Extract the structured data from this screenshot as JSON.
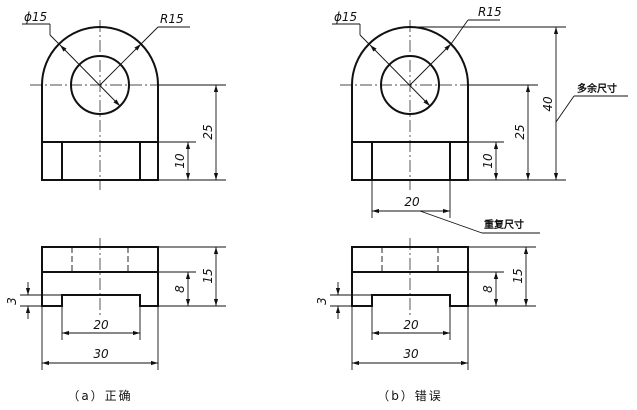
{
  "left": {
    "dims": {
      "dia": "ϕ15",
      "radius": "R15",
      "h25": "25",
      "h10": "10",
      "h15": "15",
      "h8": "8",
      "h3": "3",
      "w20": "20",
      "w30": "30"
    },
    "caption": "（a）正确"
  },
  "right": {
    "dims": {
      "dia": "ϕ15",
      "radius": "R15",
      "h40": "40",
      "h25": "25",
      "h10": "10",
      "w20_top": "20",
      "h15": "15",
      "h8": "8",
      "h3": "3",
      "w20": "20",
      "w30": "30"
    },
    "notes": {
      "extra": "多余尺寸",
      "duplicate": "重复尺寸"
    },
    "caption": "（b）错误"
  }
}
